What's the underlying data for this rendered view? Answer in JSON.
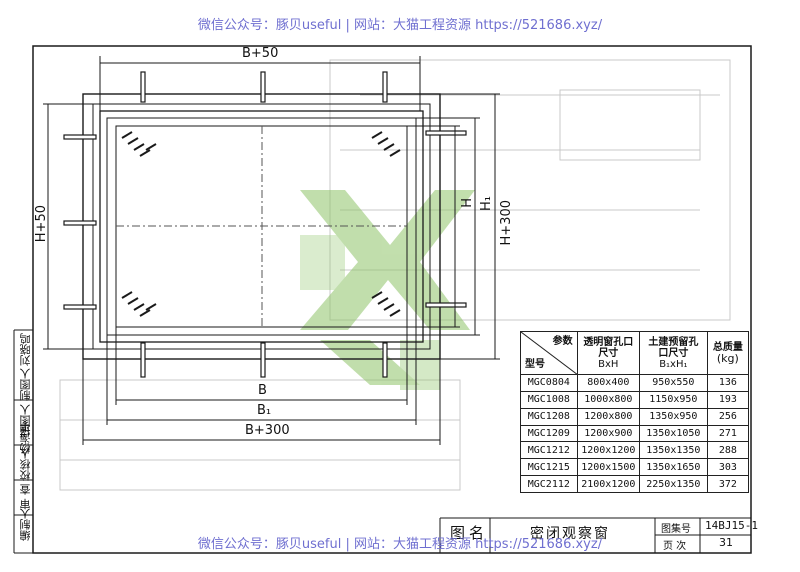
{
  "watermark": {
    "top": "微信公众号：豚贝useful | 网站：大猫工程资源 https://521686.xyz/",
    "bottom": "微信公众号：豚贝useful | 网站：大猫工程资源 https://521686.xyz/"
  },
  "dimensions": {
    "b_plus_50": "B+50",
    "b": "B",
    "b1": "B₁",
    "b_plus_300": "B+300",
    "h_plus_50": "H+50",
    "h": "H",
    "h1": "H₁",
    "h_plus_300": "H+300"
  },
  "table": {
    "header": {
      "param": "参数",
      "model": "型号",
      "col1_line1": "透明窗孔口",
      "col1_line2": "尺寸",
      "col1_line3": "BxH",
      "col2_line1": "土建预留孔",
      "col2_line2": "口尺寸",
      "col2_line3": "B₁xH₁",
      "col3_line1": "总质量",
      "col3_line2": "(kg)"
    },
    "rows": [
      {
        "model": "MGC0804",
        "bh": "800x400",
        "b1h1": "950x550",
        "mass": "136"
      },
      {
        "model": "MGC1008",
        "bh": "1000x800",
        "b1h1": "1150x950",
        "mass": "193"
      },
      {
        "model": "MGC1208",
        "bh": "1200x800",
        "b1h1": "1350x950",
        "mass": "256"
      },
      {
        "model": "MGC1209",
        "bh": "1200x900",
        "b1h1": "1350x1050",
        "mass": "271"
      },
      {
        "model": "MGC1212",
        "bh": "1200x1200",
        "b1h1": "1350x1350",
        "mass": "288"
      },
      {
        "model": "MGC1215",
        "bh": "1200x1500",
        "b1h1": "1350x1650",
        "mass": "303"
      },
      {
        "model": "MGC2112",
        "bh": "2100x1200",
        "b1h1": "2250x1350",
        "mass": "372"
      }
    ]
  },
  "title_block": {
    "name_label": "图名",
    "name_value": "密闭观察窗",
    "atlas_label": "图集号",
    "atlas_value": "14BJ15-1",
    "page_label": "页 次",
    "page_value": "31"
  },
  "side_strip": [
    "编制人",
    "审 查",
    "校核人",
    "描图人",
    "制图人",
    "刘晓鸣",
    "杨海平"
  ],
  "colors": {
    "line": "#1a1a1a",
    "watermark_text": "#6f6fd0",
    "logo_green": "#8fc46a"
  }
}
